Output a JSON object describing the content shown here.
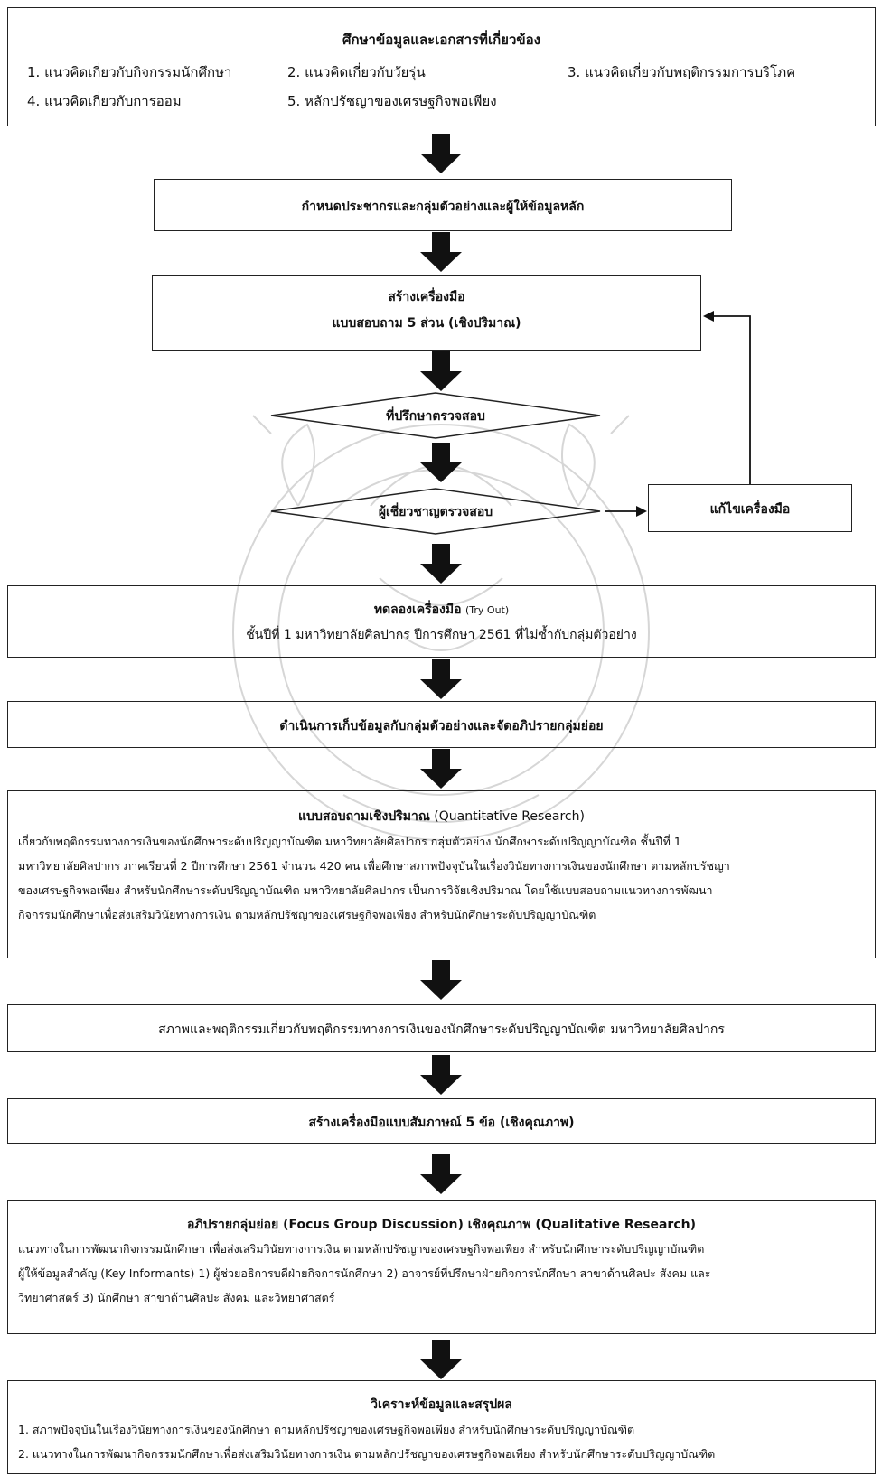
{
  "box1": {
    "title": "ศึกษาข้อมูลและเอกสารที่เกี่ยวข้อง",
    "items": [
      "1. แนวคิดเกี่ยวกับกิจกรรมนักศึกษา",
      "2. แนวคิดเกี่ยวกับวัยรุ่น",
      "3. แนวคิดเกี่ยวกับพฤติกรรมการบริโภค",
      "4. แนวคิดเกี่ยวกับการออม",
      "5. หลักปรัชญาของเศรษฐกิจพอเพียง"
    ]
  },
  "box2": {
    "title": "กำหนดประชากรและกลุ่มตัวอย่างและผู้ให้ข้อมูลหลัก"
  },
  "box3": {
    "title": "สร้างเครื่องมือ",
    "subtitle": "แบบสอบถาม 5 ส่วน (เชิงปริมาณ)"
  },
  "decision1": {
    "label": "ที่ปรึกษาตรวจสอบ"
  },
  "decision2": {
    "label": "ผู้เชี่ยวชาญตรวจสอบ"
  },
  "revise": {
    "label": "แก้ไขเครื่องมือ"
  },
  "box4": {
    "title": "ทดลองเครื่องมือ",
    "title_suffix": "(Try Out)",
    "body": "ชั้นปีที่ 1 มหาวิทยาลัยศิลปากร ปีการศึกษา 2561 ที่ไม่ซ้ำกับกลุ่มตัวอย่าง"
  },
  "box5": {
    "title": "ดำเนินการเก็บข้อมูลกับกลุ่มตัวอย่างและจัดอภิปรายกลุ่มย่อย"
  },
  "box6": {
    "title": "แบบสอบถามเชิงปริมาณ",
    "title_suffix": "(Quantitative Research)",
    "lines": [
      "เกี่ยวกับพฤติกรรมทางการเงินของนักศึกษาระดับปริญญาบัณฑิต มหาวิทยาลัยศิลปากร กลุ่มตัวอย่าง นักศึกษาระดับปริญญาบัณฑิต ชั้นปีที่ 1",
      "มหาวิทยาลัยศิลปากร ภาคเรียนที่ 2 ปีการศึกษา 2561 จำนวน 420 คน เพื่อศึกษาสภาพปัจจุบันในเรื่องวินัยทางการเงินของนักศึกษา ตามหลักปรัชญา",
      "ของเศรษฐกิจพอเพียง สำหรับนักศึกษาระดับปริญญาบัณฑิต มหาวิทยาลัยศิลปากร เป็นการวิจัยเชิงปริมาณ โดยใช้แบบสอบถามแนวทางการพัฒนา",
      "กิจกรรมนักศึกษาเพื่อส่งเสริมวินัยทางการเงิน ตามหลักปรัชญาของเศรษฐกิจพอเพียง สำหรับนักศึกษาระดับปริญญาบัณฑิต"
    ]
  },
  "box7": {
    "text": "สภาพและพฤติกรรมเกี่ยวกับพฤติกรรมทางการเงินของนักศึกษาระดับปริญญาบัณฑิต มหาวิทยาลัยศิลปากร"
  },
  "box8": {
    "title": "สร้างเครื่องมือแบบสัมภาษณ์ 5 ข้อ (เชิงคุณภาพ)"
  },
  "box9": {
    "title": "อภิปรายกลุ่มย่อย (Focus Group Discussion) เชิงคุณภาพ (Qualitative Research)",
    "lines": [
      "แนวทางในการพัฒนากิจกรรมนักศึกษา เพื่อส่งเสริมวินัยทางการเงิน ตามหลักปรัชญาของเศรษฐกิจพอเพียง สำหรับนักศึกษาระดับปริญญาบัณฑิต",
      "ผู้ให้ข้อมูลสำคัญ (Key Informants) 1) ผู้ช่วยอธิการบดีฝ่ายกิจการนักศึกษา 2) อาจารย์ที่ปรึกษาฝ่ายกิจการนักศึกษา สาขาด้านศิลปะ สังคม และ",
      "วิทยาศาสตร์ 3) นักศึกษา สาขาด้านศิลปะ สังคม และวิทยาศาสตร์"
    ]
  },
  "box10": {
    "title": "วิเคราะห์ข้อมูลและสรุปผล",
    "lines": [
      "1. สภาพปัจจุบันในเรื่องวินัยทางการเงินของนักศึกษา ตามหลักปรัชญาของเศรษฐกิจพอเพียง สำหรับนักศึกษาระดับปริญญาบัณฑิต",
      "2. แนวทางในการพัฒนากิจกรรมนักศึกษาเพื่อส่งเสริมวินัยทางการเงิน ตามหลักปรัชญาของเศรษฐกิจพอเพียง สำหรับนักศึกษาระดับปริญญาบัณฑิต"
    ]
  }
}
